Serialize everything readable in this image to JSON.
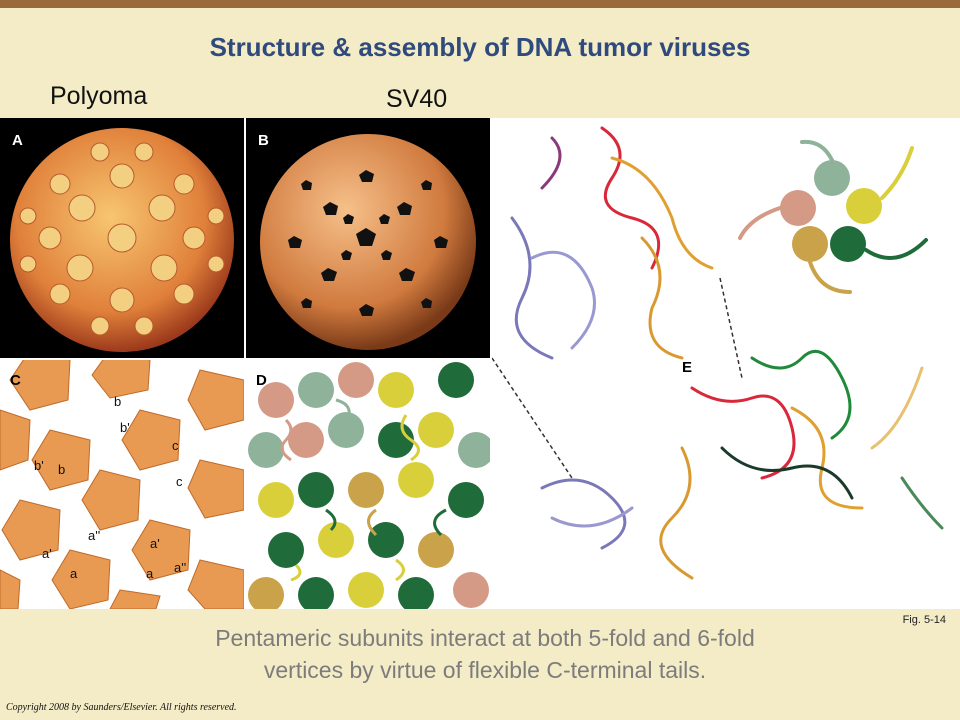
{
  "slide": {
    "title": "Structure & assembly of DNA tumor viruses",
    "label_left": "Polyoma",
    "label_right": "SV40",
    "caption_line1": "Pentameric subunits interact at both 5-fold and 6-fold",
    "caption_line2": "vertices by virtue of flexible C-terminal tails.",
    "figure_ref": "Fig. 5-14",
    "copyright": "Copyright 2008 by Saunders/Elsevier. All rights reserved."
  },
  "panels": {
    "a": {
      "letter": "A",
      "icon": "capsid-surface-render"
    },
    "b": {
      "letter": "B",
      "icon": "capsid-cutaway-render"
    },
    "c": {
      "letter": "C",
      "icon": "pentamer-lattice-diagram",
      "labels": [
        "b",
        "b'",
        "c",
        "b'",
        "b",
        "c",
        "a''",
        "a'",
        "a'",
        "a",
        "a",
        "a''"
      ]
    },
    "d": {
      "letter": "D",
      "icon": "pentamer-tail-diagram"
    },
    "e": {
      "letter": "E",
      "icon": "ribbon-structure"
    }
  },
  "colors": {
    "title": "#2f4a7d",
    "background": "#f4ecc6",
    "top_bar": "#9a6a3c",
    "caption": "#7c7c7c",
    "pentamer_orange": "#e89a52",
    "subunit_pink": "#d49a86",
    "subunit_green": "#8fb39a",
    "subunit_yellow": "#d9cf3a",
    "subunit_gold": "#c9a24a",
    "subunit_darkgreen": "#1f6b3a"
  }
}
